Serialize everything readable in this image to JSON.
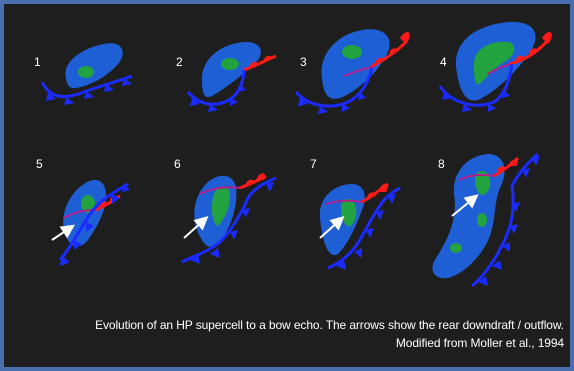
{
  "colors": {
    "background": "#1e1e1e",
    "border": "#4a6fae",
    "echo_outer": "#1f5fd6",
    "echo_core": "#22a340",
    "warm_front": "#ff1a1a",
    "cold_front": "#1a2bff",
    "gust_front": "#b0208a",
    "outflow_arrow": "#ffffff"
  },
  "stages": [
    {
      "label": "1"
    },
    {
      "label": "2"
    },
    {
      "label": "3"
    },
    {
      "label": "4"
    },
    {
      "label": "5"
    },
    {
      "label": "6"
    },
    {
      "label": "7"
    },
    {
      "label": "8"
    }
  ],
  "caption": {
    "line1": "Evolution of an HP supercell to a bow echo. The arrows show the rear downdraft / outflow.",
    "line2": "Modified from Moller et al., 1994"
  }
}
